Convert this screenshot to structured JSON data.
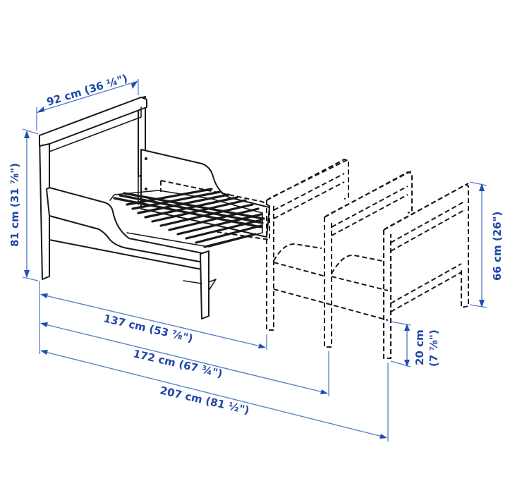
{
  "diagram": {
    "subject": "Extendable toddler bed with slatted bed base — dimension drawing",
    "colors": {
      "line_art": "#1a1a1a",
      "dimension_lines": "#5a7fc8",
      "dimension_text": "#1f47a8",
      "background": "#ffffff"
    },
    "dimensions": {
      "width": {
        "label": "92 cm (36 ¼\")",
        "metric_cm": 92,
        "imperial": "36 ¼\""
      },
      "headboard_height": {
        "label": "81 cm (31 ⅞\")",
        "metric_cm": 81,
        "imperial": "31 ⅞\""
      },
      "footboard_height": {
        "label": "66 cm (26\")",
        "metric_cm": 66,
        "imperial": "26\""
      },
      "under_bed_clearance": {
        "label_cm": "20 cm",
        "label_in": "(7 ⅞\")",
        "metric_cm": 20,
        "imperial": "7 ⅞\""
      },
      "length_min": {
        "label": "137 cm (53 ⅞\")",
        "metric_cm": 137,
        "imperial": "53 ⅞\""
      },
      "length_mid": {
        "label": "172 cm (67 ¾\")",
        "metric_cm": 172,
        "imperial": "67 ¾\""
      },
      "length_max": {
        "label": "207 cm (81 ½\")",
        "metric_cm": 207,
        "imperial": "81 ½\""
      }
    },
    "parts": [
      {
        "name": "headboard",
        "style": "solid"
      },
      {
        "name": "side-guard-rails",
        "style": "solid"
      },
      {
        "name": "slatted-bed-base",
        "style": "solid"
      },
      {
        "name": "footboard-position-1",
        "style": "dashed"
      },
      {
        "name": "footboard-position-2",
        "style": "dashed"
      },
      {
        "name": "footboard-position-3",
        "style": "dashed"
      }
    ]
  }
}
